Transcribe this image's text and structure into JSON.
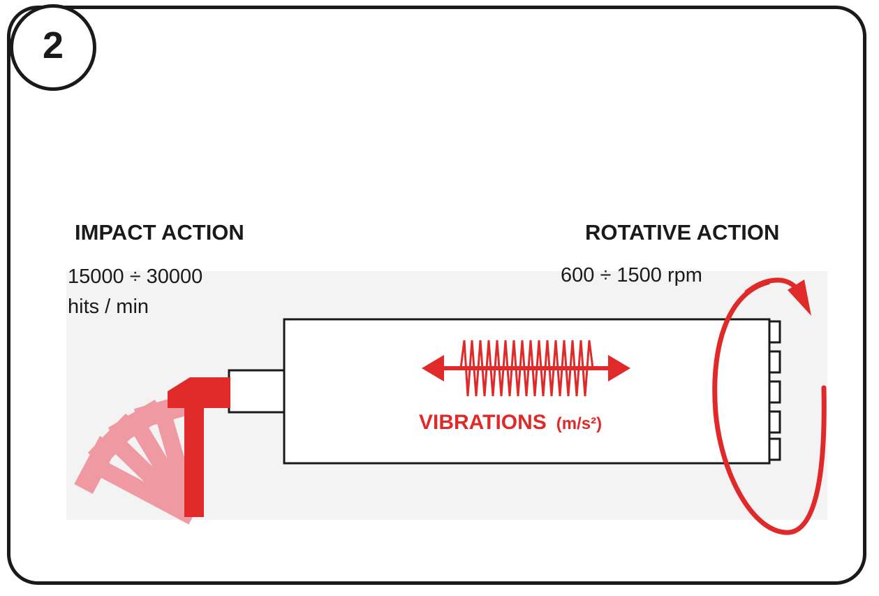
{
  "step": {
    "number": "2"
  },
  "impact": {
    "heading": "IMPACT ACTION",
    "rate_line1": "15000 ÷ 30000",
    "rate_line2": "hits / min"
  },
  "rotative": {
    "heading": "ROTATIVE ACTION",
    "rate": "600 ÷ 1500 rpm"
  },
  "vibrations": {
    "label": "VIBRATIONS",
    "unit": "(m/s²)"
  },
  "colors": {
    "accent_red": "#e02a2a",
    "faded_red": "#ef8a95",
    "outline": "#1a1a1a",
    "panel": "#f3f3f3"
  },
  "icons": [
    "hammer-icon",
    "double-arrow-icon",
    "rotation-arrow-icon"
  ]
}
